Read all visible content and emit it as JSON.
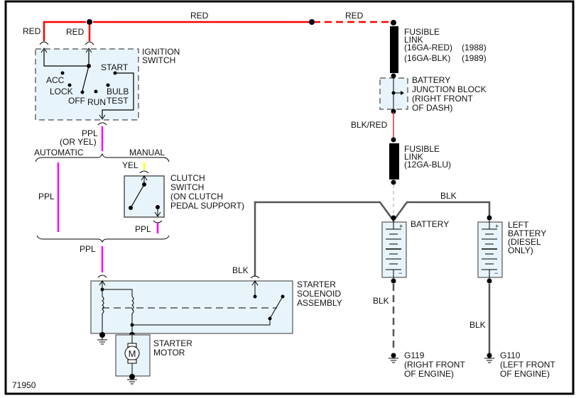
{
  "figure_id": "71950",
  "colors": {
    "red": "#ff0000",
    "ppl": "#ff00ff",
    "yel": "#ffff00",
    "blk": "#555555",
    "blkred": "#cc3333",
    "component_fill": "#e8f4fb",
    "frame": "#000000"
  },
  "wires": {
    "red_left": "RED",
    "red_mid": "RED",
    "red_top1": "RED",
    "red_top2": "RED",
    "blk_red": "BLK/RED",
    "ppl_or_yel_1": "PPL",
    "ppl_or_yel_2": "(OR YEL)",
    "ppl_auto": "PPL",
    "ppl_clutch": "PPL",
    "ppl_bottom": "PPL",
    "yel": "YEL",
    "blk_solenoid": "BLK",
    "blk_top": "BLK",
    "blk_batt": "BLK",
    "blk_left_batt": "BLK"
  },
  "branches": {
    "automatic": "AUTOMATIC",
    "manual": "MANUAL"
  },
  "components": {
    "ignition_switch": {
      "name": [
        "IGNITION",
        "SWITCH"
      ],
      "positions": {
        "acc": "ACC",
        "lock": "LOCK",
        "off": "OFF",
        "run": "RUN",
        "start": "START",
        "bulb_test_1": "BULB",
        "bulb_test_2": "TEST"
      }
    },
    "fusible_link_top": {
      "lines": [
        "FUSIBLE",
        "LINK"
      ],
      "variants": [
        {
          "spec": "(16GA-RED)",
          "year": "(1988)"
        },
        {
          "spec": "(16GA-BLK)",
          "year": "(1989)"
        }
      ]
    },
    "junction_block": {
      "lines": [
        "BATTERY",
        "JUNCTION BLOCK",
        "(RIGHT FRONT",
        "OF DASH)"
      ]
    },
    "fusible_link_bottom": {
      "lines": [
        "FUSIBLE",
        "LINK",
        "(12GA-BLU)"
      ]
    },
    "clutch_switch": {
      "lines": [
        "CLUTCH",
        "SWITCH",
        "(ON CLUTCH",
        "PEDAL SUPPORT)"
      ]
    },
    "battery": {
      "lines": [
        "BATTERY"
      ]
    },
    "left_battery": {
      "lines": [
        "LEFT",
        "BATTERY",
        "(DIESEL",
        "ONLY)"
      ]
    },
    "starter_solenoid": {
      "lines": [
        "STARTER",
        "SOLENOID",
        "ASSEMBLY"
      ]
    },
    "starter_motor": {
      "lines": [
        "STARTER",
        "MOTOR"
      ],
      "symbol": "M"
    },
    "ground_g119": {
      "lines": [
        "G119",
        "(RIGHT FRONT",
        "OF ENGINE)"
      ]
    },
    "ground_g110": {
      "lines": [
        "G110",
        "(LEFT FRONT",
        "OF ENGINE)"
      ]
    }
  },
  "battery_terminals": {
    "plus": "+",
    "minus": "−"
  }
}
